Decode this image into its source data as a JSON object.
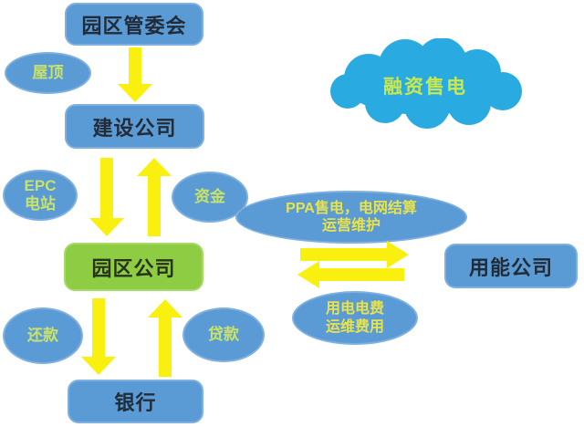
{
  "diagram": {
    "boxes": {
      "guanweihui": {
        "label": "园区管委会"
      },
      "jianshe": {
        "label": "建设公司"
      },
      "yuanqu": {
        "label": "园区公司"
      },
      "yinhang": {
        "label": "银行"
      },
      "yongneng": {
        "label": "用能公司"
      }
    },
    "ellipses": {
      "wuding": {
        "label": "屋顶"
      },
      "epc": {
        "line1": "EPC",
        "line2": "电站"
      },
      "zijin": {
        "label": "资金"
      },
      "huankuan": {
        "label": "还款"
      },
      "daikuan": {
        "label": "贷款"
      },
      "ppa": {
        "line1": "PPA售电，电网结算",
        "line2": "运营维护"
      },
      "yongdian": {
        "line1": "用电电费",
        "line2": "运维费用"
      }
    },
    "cloud": {
      "label": "融资售电"
    },
    "colors": {
      "node_blue": "#5B9BD5",
      "node_blue_border": "#7FB0DF",
      "node_green": "#8ECC43",
      "cloud_blue": "#29ABE2",
      "arrow_yellow": "#FAF00F",
      "ellipse_text_green": "#C8E26A",
      "ellipse_text_yellow": "#E9E34B",
      "box_text_dark": "#222C38"
    }
  }
}
